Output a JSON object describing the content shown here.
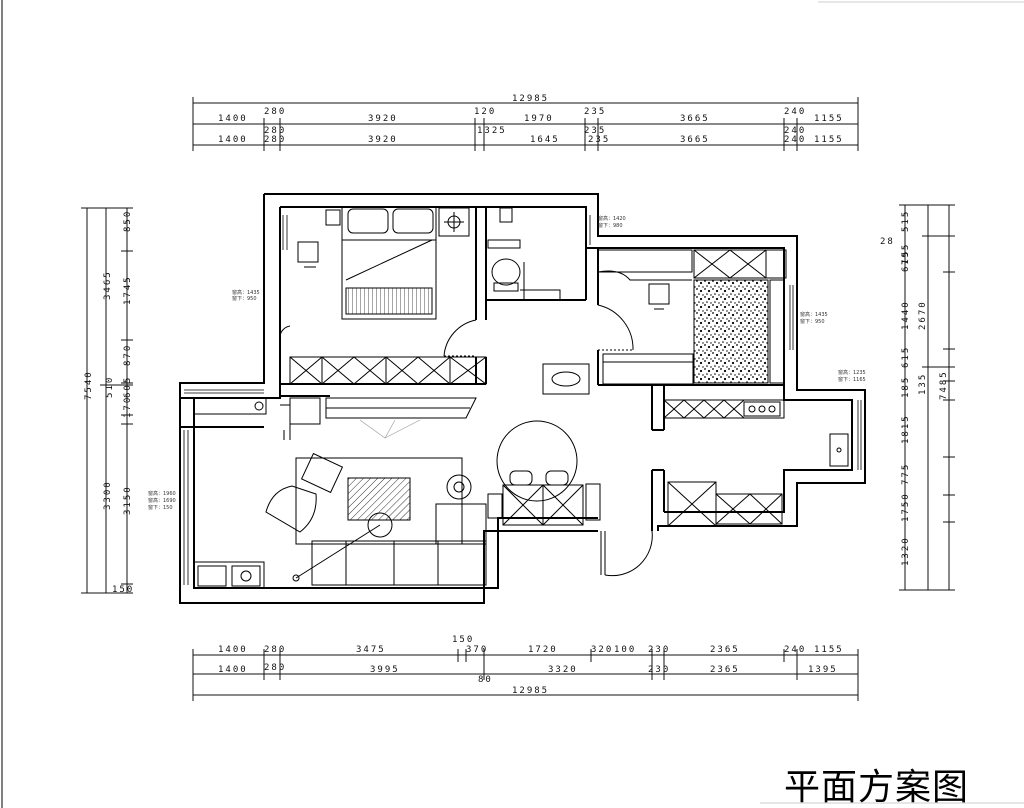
{
  "title": "平面方案图",
  "dimensions": {
    "top_total": "12985",
    "top_row1": [
      "280",
      "120",
      "235",
      "240"
    ],
    "top_row2": [
      "1400",
      "280",
      "3920",
      "1325",
      "1970",
      "235",
      "3665",
      "240",
      "1155"
    ],
    "top_row3": [
      "1400",
      "280",
      "3920",
      "1645",
      "235",
      "3665",
      "240",
      "1155"
    ],
    "bottom_row1": [
      "1400",
      "280",
      "3475",
      "150",
      "370",
      "1720",
      "320",
      "100",
      "230",
      "2365",
      "240",
      "1155"
    ],
    "bottom_row2": [
      "1400",
      "280",
      "3995",
      "80",
      "3320",
      "230",
      "2365",
      "1395"
    ],
    "bottom_total": "12985",
    "left_outer": "7540",
    "left_mid": [
      "3465",
      "3300"
    ],
    "left_inner": [
      "850",
      "1745",
      "870",
      "605",
      "510",
      "170",
      "3150",
      "150"
    ],
    "right_outer": "7485",
    "right_mid": [
      "135",
      "2670"
    ],
    "right_inner": [
      "28",
      "515",
      "795",
      "1440",
      "615",
      "615",
      "185",
      "1815",
      "775",
      "1750",
      "1320"
    ]
  },
  "window_notes": [
    [
      "窗高：1435",
      "窗下：950"
    ],
    [
      "窗高：1420",
      "窗下：980"
    ],
    [
      "窗高：1435",
      "窗下：950"
    ],
    [
      "窗高：1235",
      "窗下：1165"
    ],
    [
      "窗高：1960",
      "窗高：1690",
      "窗下：150"
    ]
  ]
}
